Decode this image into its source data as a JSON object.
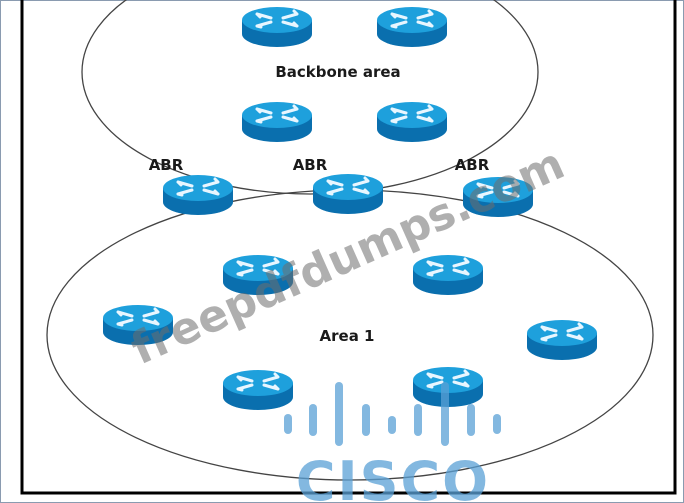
{
  "diagram": {
    "backbone_label": "Backbone area",
    "area1_label": "Area 1",
    "abr_labels": [
      "ABR",
      "ABR",
      "ABR"
    ],
    "router_count": {
      "backbone": 4,
      "abr": 3,
      "area1": 6
    }
  },
  "watermark": {
    "text": "freepdfdumps.com"
  },
  "logo": {
    "text": "CISCO"
  },
  "colors": {
    "router_top": "#1ea0dc",
    "router_side": "#0a6fae",
    "logo": "#5aa0d6",
    "line": "#444444"
  }
}
